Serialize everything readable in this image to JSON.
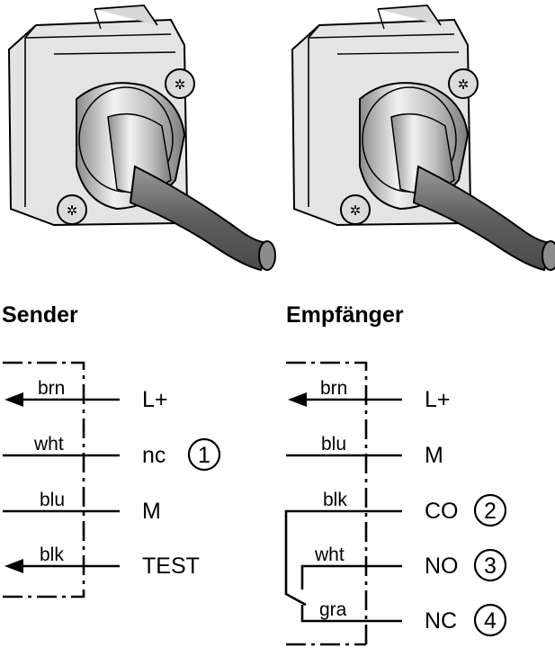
{
  "sender": {
    "title": "Sender",
    "rows": [
      {
        "wire": "brn",
        "pin": "L+",
        "number": ""
      },
      {
        "wire": "wht",
        "pin": "nc",
        "number": "1"
      },
      {
        "wire": "blu",
        "pin": "M",
        "number": ""
      },
      {
        "wire": "blk",
        "pin": "TEST",
        "number": ""
      }
    ]
  },
  "receiver": {
    "title": "Empfänger",
    "rows": [
      {
        "wire": "brn",
        "pin": "L+",
        "number": ""
      },
      {
        "wire": "blu",
        "pin": "M",
        "number": ""
      },
      {
        "wire": "blk",
        "pin": "CO",
        "number": "2"
      },
      {
        "wire": "wht",
        "pin": "NO",
        "number": "3"
      },
      {
        "wire": "gra",
        "pin": "NC",
        "number": "4"
      }
    ]
  },
  "colors": {
    "line": "#000000",
    "housing": "#e6e6e6",
    "cable": "#6a6a6a"
  }
}
